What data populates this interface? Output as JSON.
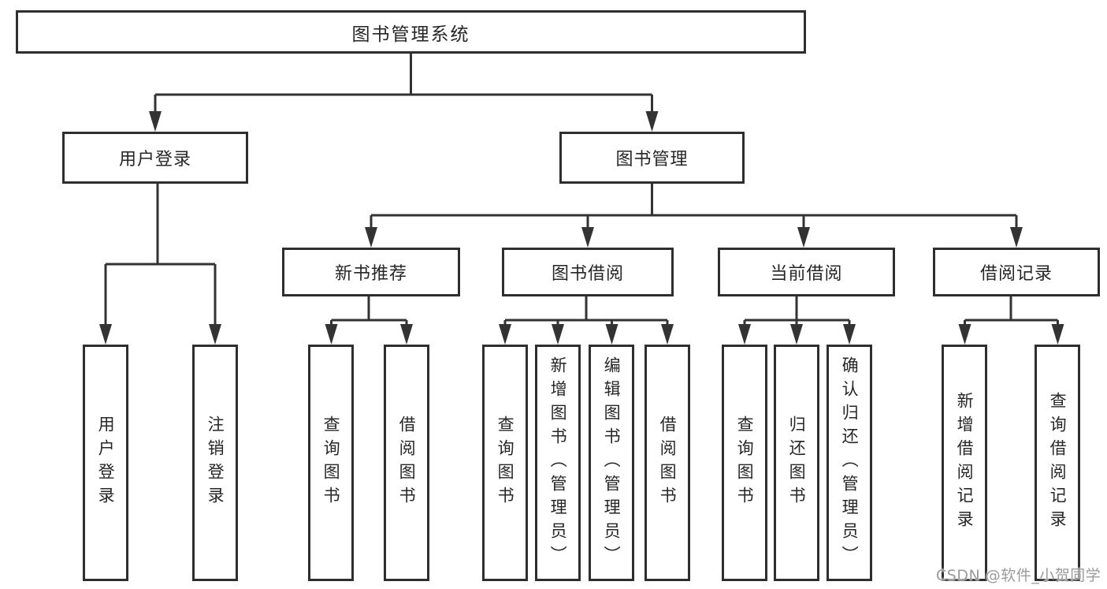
{
  "diagram": {
    "root": {
      "label": "图书管理系统"
    },
    "branches": [
      {
        "label": "用户登录",
        "children": [
          {
            "label": "用户登录"
          },
          {
            "label": "注销登录"
          }
        ]
      },
      {
        "label": "图书管理",
        "children": [
          {
            "label": "新书推荐",
            "children": [
              {
                "label": "查询图书"
              },
              {
                "label": "借阅图书"
              }
            ]
          },
          {
            "label": "图书借阅",
            "children": [
              {
                "label": "查询图书"
              },
              {
                "label": "新增图书（管理员）"
              },
              {
                "label": "编辑图书（管理员）"
              },
              {
                "label": "借阅图书"
              }
            ]
          },
          {
            "label": "当前借阅",
            "children": [
              {
                "label": "查询图书"
              },
              {
                "label": "归还图书"
              },
              {
                "label": "确认归还（管理员）"
              }
            ]
          },
          {
            "label": "借阅记录",
            "children": [
              {
                "label": "新增借阅记录"
              },
              {
                "label": "查询借阅记录"
              }
            ]
          }
        ]
      }
    ]
  },
  "watermark": {
    "text": "CSDN @软件_小贺同学",
    "color": "#9b9b9b"
  },
  "colors": {
    "background": "#ffffff",
    "line": "#333333",
    "box_border": "#2e2e2e",
    "text": "#262626"
  }
}
